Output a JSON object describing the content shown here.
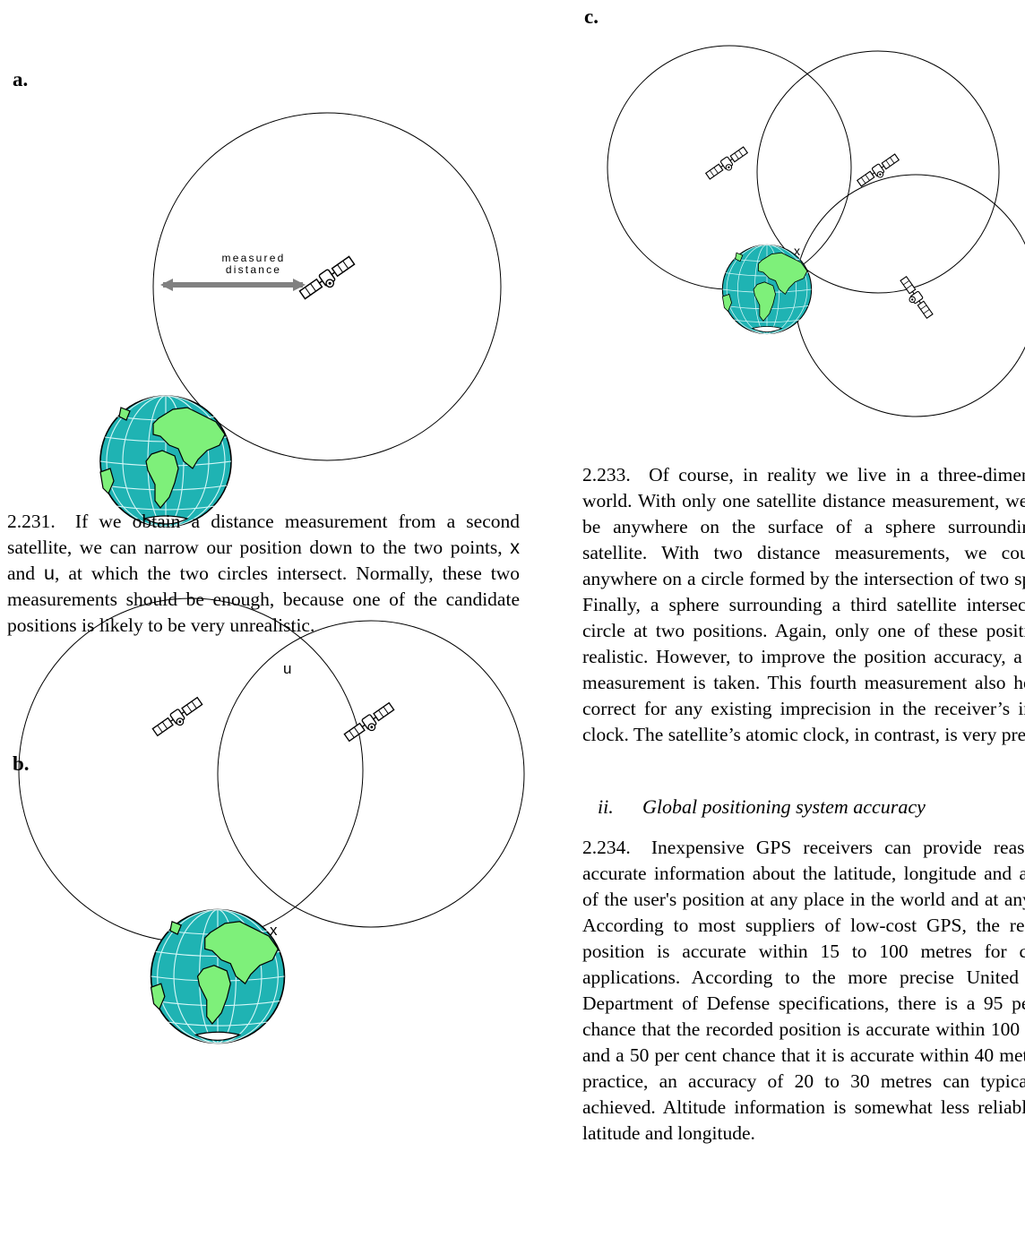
{
  "figures": {
    "a": {
      "label": "a.",
      "arrow_label_line1": "measured",
      "arrow_label_line2": "distance"
    },
    "b": {
      "label": "b.",
      "point_u": "u",
      "point_x": "x"
    },
    "c": {
      "label": "c.",
      "point_x": "x"
    }
  },
  "paragraphs": {
    "p2231": {
      "number": "2.231.",
      "text_before_x": "If we obtain a distance measurement from a second satellite, we can narrow our position down to the two points,",
      "mark_x": "x",
      "text_between": "and",
      "mark_u": "u",
      "text_after": ", at which the two circles intersect. Normally, these two measurements should be enough, because one of the candidate positions is likely to be very unrealistic."
    },
    "p2233": {
      "number": "2.233.",
      "text": "Of course, in reality we live in a three-dimensional world. With only one satellite distance measurement, we could be anywhere on the surface of a sphere surrounding the satellite. With two distance measurements, we could be anywhere on a circle formed by the intersection of two spheres. Finally, a sphere surrounding a third satellite intersects this circle at two positions. Again, only one of these positions is realistic. However, to improve the position accuracy, a fourth measurement is taken. This fourth measurement also helps to correct for any existing imprecision in the receiver’s internal clock. The satellite’s atomic clock, in contrast, is very precise."
    },
    "heading": {
      "roman": "ii.",
      "title": "Global positioning system accuracy"
    },
    "p2234": {
      "number": "2.234.",
      "text": "Inexpensive GPS receivers can provide reasonably accurate information about the latitude, longitude and altitude of the user's position at any place in the world and at any time. According to most suppliers of low-cost GPS, the recorded position is accurate within 15 to 100 metres for civilian applications. According to the more precise United States Department of Defense specifications, there is a 95 per cent chance that the recorded position is accurate within 100 metres and a 50 per cent chance that it is accurate within 40 metres. In practice, an accuracy of 20 to 30 metres can typically be achieved. Altitude information is somewhat less reliable than latitude and longitude."
    }
  }
}
